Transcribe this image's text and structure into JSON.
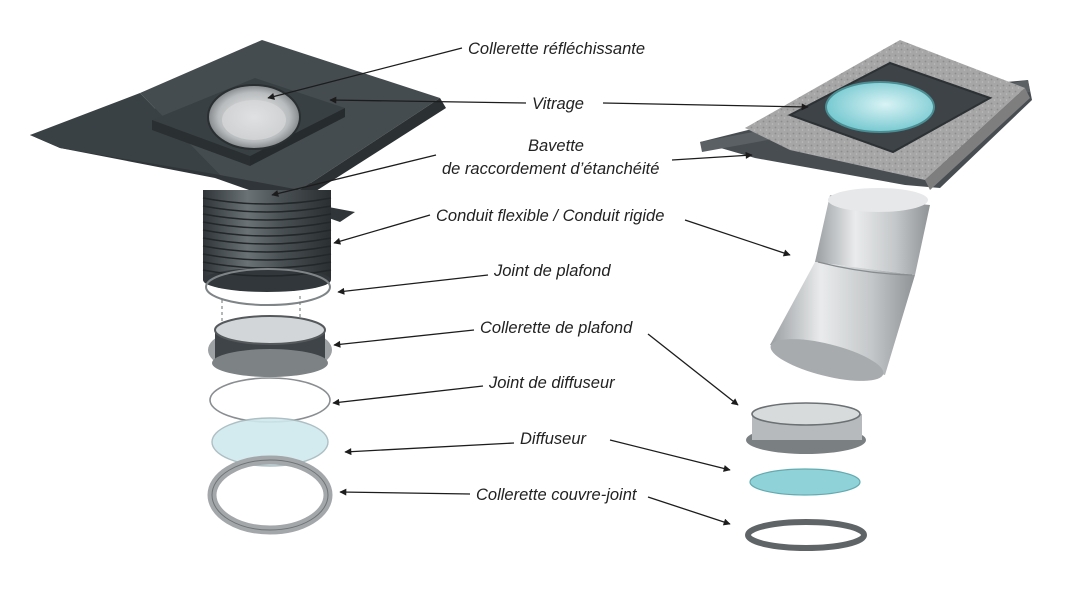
{
  "diagram": {
    "labels": {
      "collerette_reflechissante": "Collerette réfléchissante",
      "vitrage": "Vitrage",
      "bavette_line1": "Bavette",
      "bavette_line2": "de raccordement d’étanchéité",
      "conduit": "Conduit flexible / Conduit rigide",
      "joint_plafond": "Joint de plafond",
      "collerette_plafond": "Collerette de plafond",
      "joint_diffuseur": "Joint de diffuseur",
      "diffuseur": "Diffuseur",
      "collerette_couvre_joint": "Collerette couvre-joint"
    },
    "colors": {
      "flashing_dark": "#3d4347",
      "flashing_mid": "#4d5458",
      "insulation": "#a7a7a7",
      "glass_cyan": "#8fd3d9",
      "tube_silver": "#c9ccce",
      "text": "#222222"
    }
  }
}
